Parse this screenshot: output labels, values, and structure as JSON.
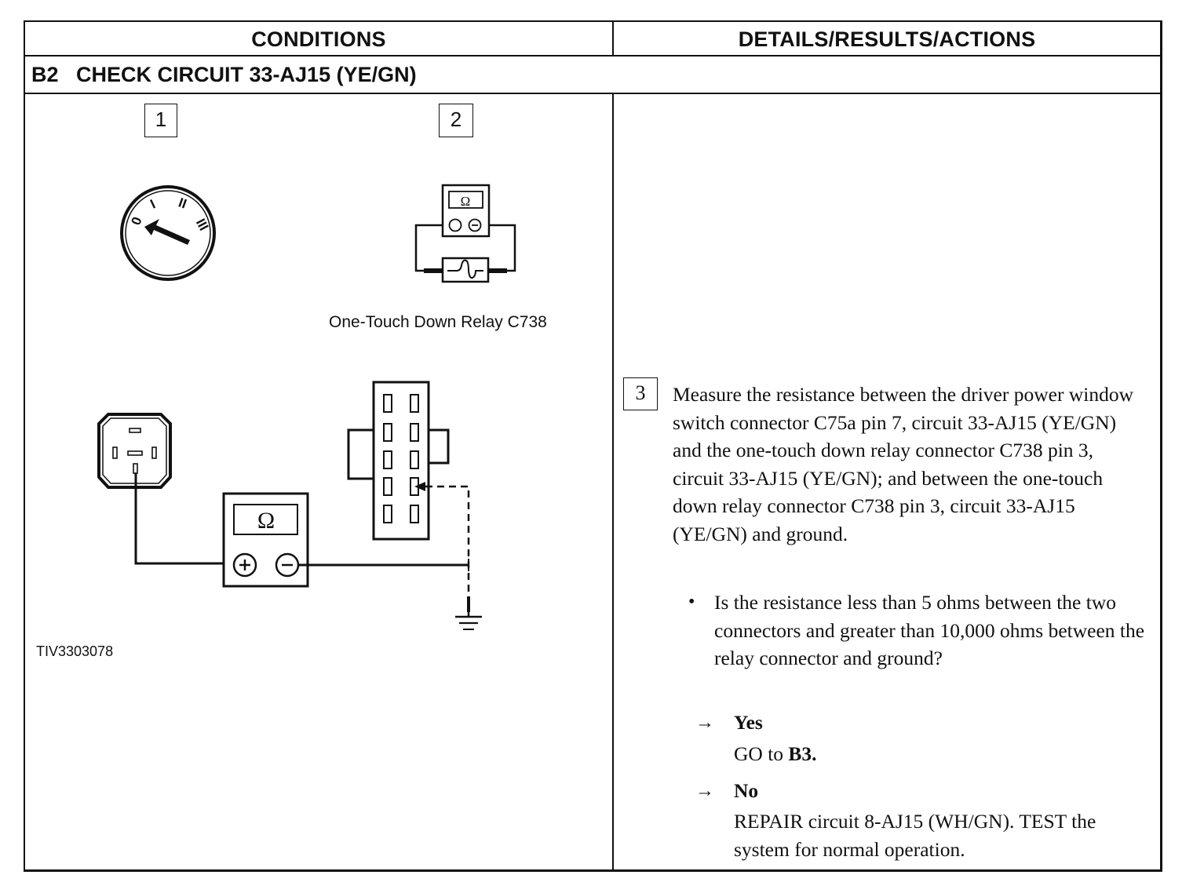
{
  "header": {
    "conditions": "CONDITIONS",
    "details": "DETAILS/RESULTS/ACTIONS"
  },
  "step": {
    "title": "B2   CHECK CIRCUIT 33-AJ15 (YE/GN)"
  },
  "diagram": {
    "step1_number": "1",
    "step2_number": "2",
    "ignition_positions": [
      "0",
      "I",
      "II",
      "III"
    ],
    "meter_symbol": "Ω",
    "relay_label": "One-Touch Down Relay C738",
    "figure_id": "TIV3303078"
  },
  "details": {
    "step_number": "3",
    "instruction": "Measure the resistance between the driver power window switch connector C75a pin 7, circuit 33-AJ15 (YE/GN) and the one-touch down relay connector C738 pin 3, circuit 33-AJ15 (YE/GN); and between the one-touch down relay connector C738 pin 3, circuit 33-AJ15 (YE/GN) and ground.",
    "bullet": "•",
    "question": "Is the resistance less than 5 ohms between the two connectors and greater than 10,000 ohms between the relay connector and ground?",
    "arrow": "→",
    "yes_label": "Yes",
    "yes_action_prefix": "GO to ",
    "yes_action_target": "B3.",
    "no_label": "No",
    "no_action": "REPAIR circuit 8-AJ15 (WH/GN). TEST the system for normal operation."
  }
}
